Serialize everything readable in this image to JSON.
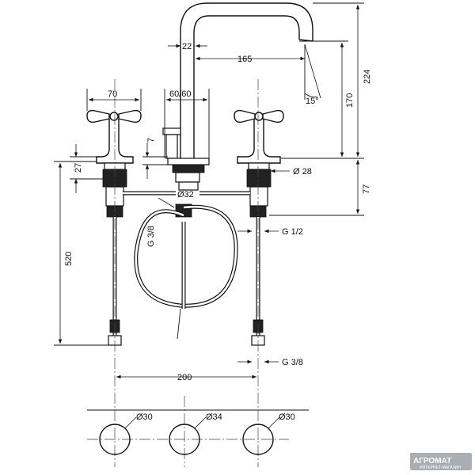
{
  "dimensions": {
    "d22": "22",
    "d165": "165",
    "d224": "224",
    "d70": "70",
    "d60": "60/60",
    "d15": "15°",
    "d170": "170",
    "d7": "7",
    "d27": "27",
    "d28": "Ø 28",
    "d77": "77",
    "d32": "Ø32",
    "g38a": "G 3/8",
    "g12": "G 1/2",
    "d520": "520",
    "g38b": "G 3/8",
    "d200": "200",
    "h30a": "Ø30",
    "h34": "Ø34",
    "h30b": "Ø30"
  },
  "watermark": {
    "brand": "АГРОМАТ",
    "tagline": "ИНТЕРНЕТ-МАГАЗИН"
  }
}
